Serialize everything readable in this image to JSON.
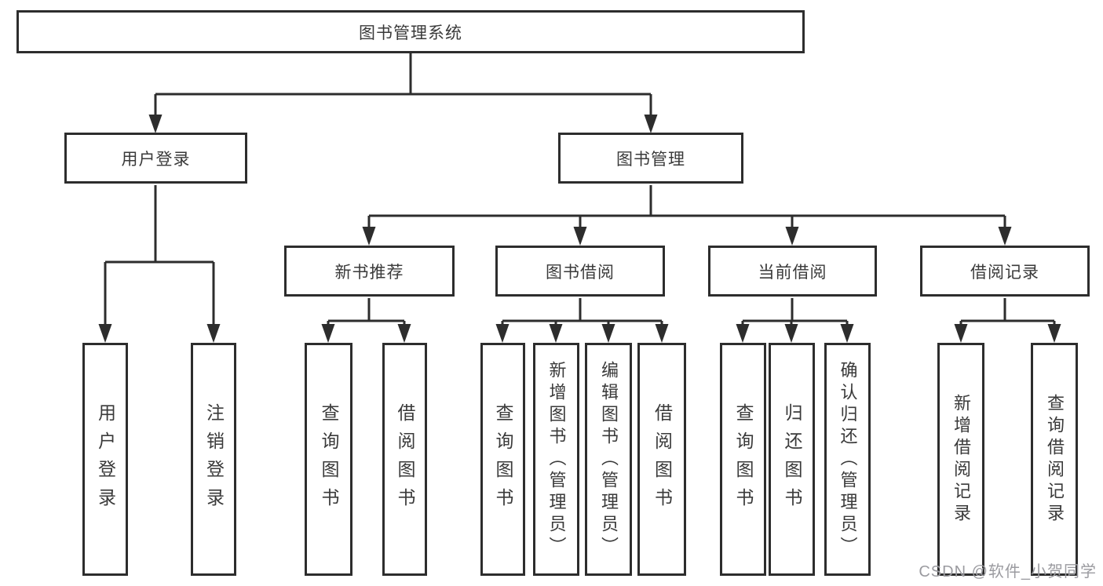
{
  "diagram": {
    "root": {
      "label": "图书管理系统"
    },
    "branches": [
      {
        "label": "用户登录",
        "children": [
          {
            "label": "用户登录"
          },
          {
            "label": "注销登录"
          }
        ]
      },
      {
        "label": "图书管理",
        "children": [
          {
            "label": "新书推荐",
            "children": [
              {
                "label": "查询图书"
              },
              {
                "label": "借阅图书"
              }
            ]
          },
          {
            "label": "图书借阅",
            "children": [
              {
                "label": "查询图书"
              },
              {
                "label": "新增图书（管理员）"
              },
              {
                "label": "编辑图书（管理员）"
              },
              {
                "label": "借阅图书"
              }
            ]
          },
          {
            "label": "当前借阅",
            "children": [
              {
                "label": "查询图书"
              },
              {
                "label": "归还图书"
              },
              {
                "label": "确认归还（管理员）"
              }
            ]
          },
          {
            "label": "借阅记录",
            "children": [
              {
                "label": "新增借阅记录"
              },
              {
                "label": "查询借阅记录"
              }
            ]
          }
        ]
      }
    ]
  },
  "watermark": {
    "text": "CSDN @软件_小贺同学"
  },
  "colors": {
    "line": "#2d2d2d",
    "text": "#3a3a3a",
    "watermark": "#9b9ba0",
    "background": "#ffffff"
  }
}
